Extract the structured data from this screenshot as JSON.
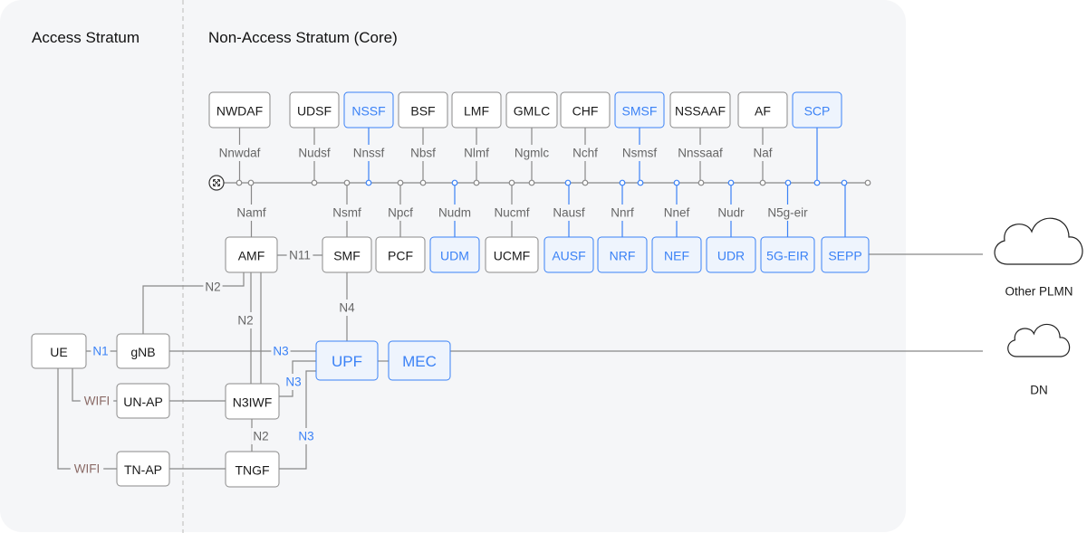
{
  "sections": {
    "access": "Access Stratum",
    "core": "Non-Access Stratum (Core)"
  },
  "colors": {
    "accent": "#3b82f6",
    "accent_fill": "#eef4fd",
    "line": "#888888",
    "panel": "#f5f6f8",
    "divider": "#c4c4c4"
  },
  "bus_icon": "expand-arrows-icon",
  "top_nfs": [
    {
      "label": "NWDAF",
      "iface": "Nnwdaf",
      "hl": false
    },
    {
      "label": "UDSF",
      "iface": "Nudsf",
      "hl": false
    },
    {
      "label": "NSSF",
      "iface": "Nnssf",
      "hl": true
    },
    {
      "label": "BSF",
      "iface": "Nbsf",
      "hl": false
    },
    {
      "label": "LMF",
      "iface": "Nlmf",
      "hl": false
    },
    {
      "label": "GMLC",
      "iface": "Ngmlc",
      "hl": false
    },
    {
      "label": "CHF",
      "iface": "Nchf",
      "hl": false
    },
    {
      "label": "SMSF",
      "iface": "Nsmsf",
      "hl": true
    },
    {
      "label": "NSSAAF",
      "iface": "Nnssaaf",
      "hl": false
    },
    {
      "label": "AF",
      "iface": "Naf",
      "hl": false
    },
    {
      "label": "SCP",
      "iface": "",
      "hl": true
    }
  ],
  "mid_nfs": [
    {
      "label": "AMF",
      "iface": "Namf",
      "hl": false
    },
    {
      "label": "SMF",
      "iface": "Nsmf",
      "hl": false
    },
    {
      "label": "PCF",
      "iface": "Npcf",
      "hl": false
    },
    {
      "label": "UDM",
      "iface": "Nudm",
      "hl": true
    },
    {
      "label": "UCMF",
      "iface": "Nucmf",
      "hl": false
    },
    {
      "label": "AUSF",
      "iface": "Nausf",
      "hl": true
    },
    {
      "label": "NRF",
      "iface": "Nnrf",
      "hl": true
    },
    {
      "label": "NEF",
      "iface": "Nnef",
      "hl": true
    },
    {
      "label": "UDR",
      "iface": "Nudr",
      "hl": true
    },
    {
      "label": "5G-EIR",
      "iface": "N5g-eir",
      "hl": true
    },
    {
      "label": "SEPP",
      "iface": "",
      "hl": true
    }
  ],
  "access_nodes": {
    "ue": "UE",
    "gnb": "gNB",
    "un_ap": "UN-AP",
    "tn_ap": "TN-AP"
  },
  "core_nodes": {
    "n3iwf": "N3IWF",
    "tngf": "TNGF",
    "upf": "UPF",
    "mec": "MEC"
  },
  "ref_points": {
    "n11": "N11",
    "n4": "N4",
    "n1": "N1",
    "n2_gnb": "N2",
    "n2_n3iwf": "N2",
    "n2_tngf": "N2",
    "n3_gnb": "N3",
    "n3_n3iwf": "N3",
    "n3_tngf": "N3",
    "wifi_un": "WIFI",
    "wifi_tn": "WIFI"
  },
  "networks": {
    "other_plmn": "Other PLMN",
    "dn": "DN"
  }
}
